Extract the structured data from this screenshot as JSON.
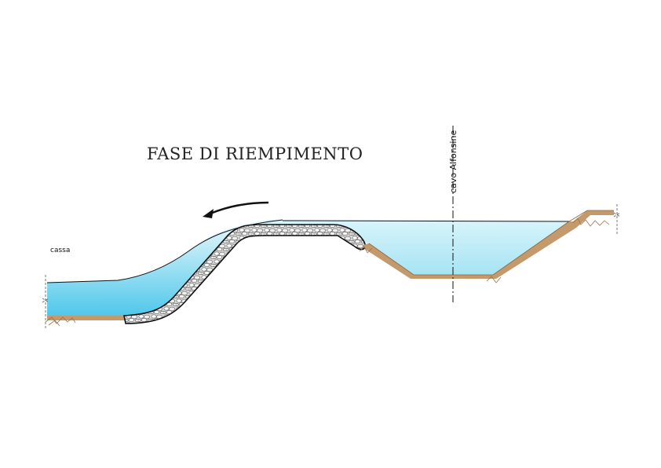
{
  "title": "FASE DI RIEMPIMENTO",
  "labels": {
    "cassa": "cassa",
    "cavo": "cavo Alfonsine"
  },
  "colors": {
    "water_dark": "#4cc6ea",
    "water_light": "#d4f2f8",
    "soil": "#c49a6c",
    "riprap": "#b9b9b9",
    "line": "#111111"
  },
  "icons": {
    "flow_arrow": "flow-direction-arrow"
  }
}
